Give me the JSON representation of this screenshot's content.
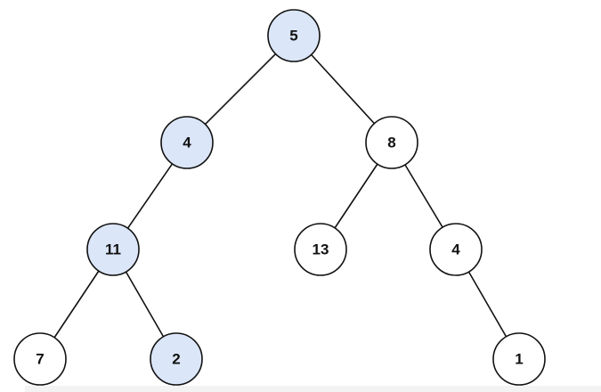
{
  "tree": {
    "colors": {
      "highlight_fill": "#dbe6f8",
      "normal_fill": "#ffffff",
      "stroke": "#111111"
    },
    "nodes": [
      {
        "id": "n5",
        "label": "5",
        "highlighted": true
      },
      {
        "id": "n4",
        "label": "4",
        "highlighted": true
      },
      {
        "id": "n8",
        "label": "8",
        "highlighted": false
      },
      {
        "id": "n11",
        "label": "11",
        "highlighted": true
      },
      {
        "id": "n13",
        "label": "13",
        "highlighted": false
      },
      {
        "id": "n4b",
        "label": "4",
        "highlighted": false
      },
      {
        "id": "n7",
        "label": "7",
        "highlighted": false
      },
      {
        "id": "n2",
        "label": "2",
        "highlighted": true
      },
      {
        "id": "n1",
        "label": "1",
        "highlighted": false
      }
    ],
    "edges": [
      [
        "n5",
        "n4"
      ],
      [
        "n5",
        "n8"
      ],
      [
        "n4",
        "n11"
      ],
      [
        "n8",
        "n13"
      ],
      [
        "n8",
        "n4b"
      ],
      [
        "n11",
        "n7"
      ],
      [
        "n11",
        "n2"
      ],
      [
        "n4b",
        "n1"
      ]
    ]
  }
}
